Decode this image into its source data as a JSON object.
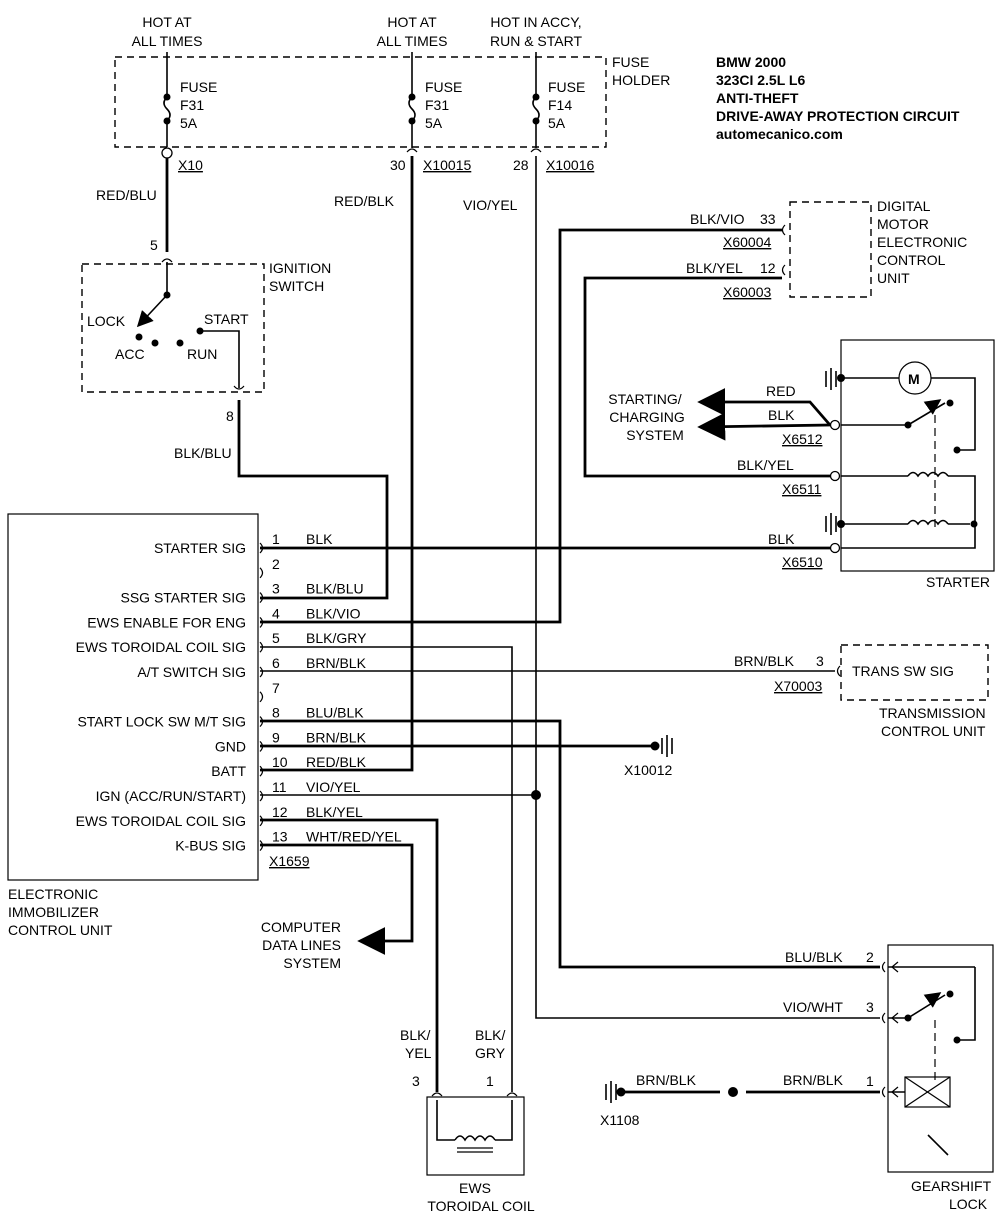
{
  "header": {
    "title_lines": [
      "BMW 2000",
      "323CI 2.5L L6",
      "ANTI-THEFT",
      "DRIVE-AWAY PROTECTION CIRCUIT"
    ],
    "website": "automecanico.com"
  },
  "fuses": {
    "holder_label": [
      "FUSE",
      "HOLDER"
    ],
    "f1": {
      "hot": [
        "HOT AT",
        "ALL TIMES"
      ],
      "label": [
        "FUSE",
        "F31",
        "5A"
      ],
      "connector": "X10"
    },
    "f2": {
      "hot": [
        "HOT AT",
        "ALL TIMES"
      ],
      "label": [
        "FUSE",
        "F31",
        "5A"
      ],
      "pin": "30",
      "connector": "X10015"
    },
    "f3": {
      "hot": [
        "HOT IN ACCY,",
        "RUN & START"
      ],
      "label": [
        "FUSE",
        "F14",
        "5A"
      ],
      "pin": "28",
      "connector": "X10016"
    }
  },
  "wires": {
    "red_blu": "RED/BLU",
    "red_blk": "RED/BLK",
    "vio_yel": "VIO/YEL",
    "blk_blu": "BLK/BLU",
    "blk_vio": "BLK/VIO",
    "blk_yel": "BLK/YEL",
    "red": "RED",
    "blk": "BLK",
    "brn_blk": "BRN/BLK",
    "blu_blk": "BLU/BLK",
    "vio_wht": "VIO/WHT",
    "blk_slash": "BLK/",
    "yel": "YEL",
    "gry": "GRY"
  },
  "ignition": {
    "label": [
      "IGNITION",
      "SWITCH"
    ],
    "pin_in": "5",
    "pin_out": "8",
    "positions": {
      "lock": "LOCK",
      "acc": "ACC",
      "run": "RUN",
      "start": "START"
    }
  },
  "dme": {
    "label": [
      "DIGITAL",
      "MOTOR",
      "ELECTRONIC",
      "CONTROL",
      "UNIT"
    ],
    "pin33": "33",
    "conn33": "X60004",
    "pin12": "12",
    "conn12": "X60003"
  },
  "starter": {
    "label": "STARTER",
    "motor": "M",
    "conn_blk_top": "X6512",
    "conn_blk_yel": "X6511",
    "conn_blk": "X6510",
    "system": [
      "STARTING/",
      "CHARGING",
      "SYSTEM"
    ]
  },
  "ecu": {
    "label": [
      "ELECTRONIC",
      "IMMOBILIZER",
      "CONTROL UNIT"
    ],
    "connector": "X1659",
    "pins": [
      {
        "num": "1",
        "name": "STARTER SIG",
        "wire": "BLK"
      },
      {
        "num": "2",
        "name": "",
        "wire": ""
      },
      {
        "num": "3",
        "name": "SSG STARTER SIG",
        "wire": "BLK/BLU"
      },
      {
        "num": "4",
        "name": "EWS ENABLE FOR ENG",
        "wire": "BLK/VIO"
      },
      {
        "num": "5",
        "name": "EWS TOROIDAL COIL SIG",
        "wire": "BLK/GRY"
      },
      {
        "num": "6",
        "name": "A/T SWITCH SIG",
        "wire": "BRN/BLK"
      },
      {
        "num": "7",
        "name": "",
        "wire": ""
      },
      {
        "num": "8",
        "name": "START LOCK SW M/T SIG",
        "wire": "BLU/BLK"
      },
      {
        "num": "9",
        "name": "GND",
        "wire": "BRN/BLK"
      },
      {
        "num": "10",
        "name": "BATT",
        "wire": "RED/BLK"
      },
      {
        "num": "11",
        "name": "IGN (ACC/RUN/START)",
        "wire": "VIO/YEL"
      },
      {
        "num": "12",
        "name": "EWS TOROIDAL COIL SIG",
        "wire": "BLK/YEL"
      },
      {
        "num": "13",
        "name": "K-BUS SIG",
        "wire": "WHT/RED/YEL"
      }
    ]
  },
  "tcu": {
    "box_label": "TRANS SW SIG",
    "label": [
      "TRANSMISSION",
      "CONTROL UNIT"
    ],
    "pin": "3",
    "connector": "X70003"
  },
  "ground": {
    "g1": "X10012",
    "g2": "X1108"
  },
  "data_lines": [
    "COMPUTER",
    "DATA LINES",
    "SYSTEM"
  ],
  "coil": {
    "label": [
      "EWS",
      "TOROIDAL COIL"
    ],
    "pin3": "3",
    "pin1": "1"
  },
  "gearshift": {
    "label": [
      "GEARSHIFT",
      "LOCK"
    ],
    "pin2": "2",
    "pin3": "3",
    "pin1": "1"
  }
}
